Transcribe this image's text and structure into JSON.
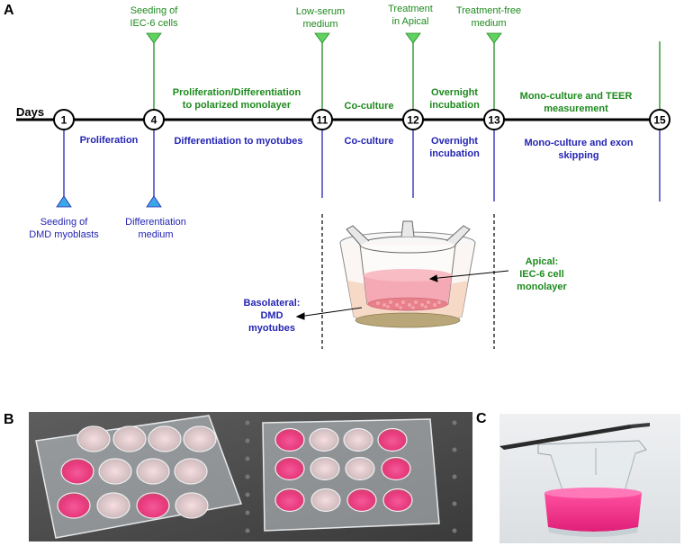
{
  "panel_labels": {
    "a": "A",
    "b": "B",
    "c": "C"
  },
  "timeline": {
    "axis_label": "Days",
    "days": [
      "1",
      "4",
      "11",
      "12",
      "13",
      "15"
    ],
    "top_markers": [
      {
        "line1": "Seeding of",
        "line2": "IEC-6 cells"
      },
      {
        "line1": "Low-serum",
        "line2": "medium"
      },
      {
        "line1": "Treatment",
        "line2": "in Apical"
      },
      {
        "line1": "Treatment-free",
        "line2": "medium"
      }
    ],
    "bottom_markers": [
      {
        "line1": "Seeding of",
        "line2": "DMD myoblasts"
      },
      {
        "line1": "Differentiation",
        "line2": "medium"
      }
    ],
    "green_phases": [
      {
        "line1": "Proliferation/Differentiation",
        "line2": "to polarized monolayer"
      },
      {
        "line1": "Co-culture",
        "line2": ""
      },
      {
        "line1": "Overnight",
        "line2": "incubation"
      },
      {
        "line1": "Mono-culture and TEER",
        "line2": "measurement"
      }
    ],
    "blue_phases": [
      {
        "line1": "Proliferation",
        "line2": ""
      },
      {
        "line1": "Differentiation to myotubes",
        "line2": ""
      },
      {
        "line1": "Co-culture",
        "line2": ""
      },
      {
        "line1": "Overnight",
        "line2": "incubation"
      },
      {
        "line1": "Mono-culture and exon",
        "line2": "skipping"
      }
    ]
  },
  "transwell": {
    "apical": {
      "line1": "Apical:",
      "line2": "IEC-6 cell",
      "line3": "monolayer"
    },
    "basolateral": {
      "line1": "Basolateral:",
      "line2": "DMD",
      "line3": "myotubes"
    }
  },
  "colors": {
    "green": "#1e8a1e",
    "blue": "#2424b4",
    "medium_pink": "#f03c8c",
    "cell_layer": "#e8808a",
    "myotube_layer": "#b9a77a"
  },
  "photos": {
    "b": "photo-two-12-well-plates",
    "c": "photo-transwell-insert"
  }
}
